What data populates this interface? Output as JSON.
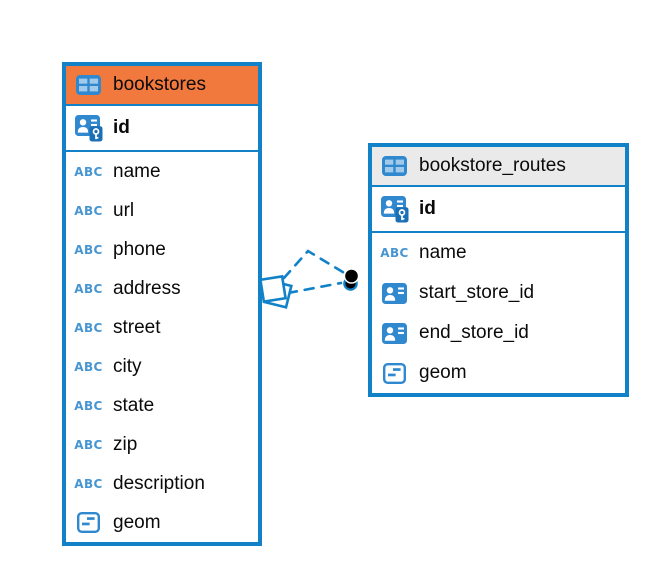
{
  "app": {
    "title": "ER diagram",
    "background": "#ffffff"
  },
  "colors": {
    "table_border": "#1182C8",
    "connector": "#1182C8",
    "header_orange": "#F2793D",
    "header_gray": "#EAEAEA",
    "icon_badge": "#3088CF",
    "icon_text": "#4796D2",
    "key_badge": "#1A6FB5",
    "dot": "#000000",
    "text": "#0A0A0A"
  },
  "icon_labels": {
    "text_icon": "ABC"
  },
  "tables": [
    {
      "name": "bookstores",
      "header_bg": "#F2793D",
      "header_icon": "table-icon",
      "key_columns": [
        {
          "name": "id",
          "icon": "primary-key-icon"
        }
      ],
      "columns": [
        {
          "name": "name",
          "icon": "text-icon"
        },
        {
          "name": "url",
          "icon": "text-icon"
        },
        {
          "name": "phone",
          "icon": "text-icon"
        },
        {
          "name": "address",
          "icon": "text-icon"
        },
        {
          "name": "street",
          "icon": "text-icon"
        },
        {
          "name": "city",
          "icon": "text-icon"
        },
        {
          "name": "state",
          "icon": "text-icon"
        },
        {
          "name": "zip",
          "icon": "text-icon"
        },
        {
          "name": "description",
          "icon": "text-icon"
        },
        {
          "name": "geom",
          "icon": "geometry-icon"
        }
      ]
    },
    {
      "name": "bookstore_routes",
      "header_bg": "#EAEAEA",
      "header_icon": "table-icon",
      "key_columns": [
        {
          "name": "id",
          "icon": "primary-key-icon"
        }
      ],
      "columns": [
        {
          "name": "name",
          "icon": "text-icon"
        },
        {
          "name": "start_store_id",
          "icon": "reference-icon"
        },
        {
          "name": "end_store_id",
          "icon": "reference-icon"
        },
        {
          "name": "geom",
          "icon": "geometry-icon"
        }
      ]
    }
  ],
  "connections": {
    "from_table": "bookstores",
    "to_table": "bookstore_routes",
    "edge_count": 2,
    "line_style": "dashed",
    "source_marker": "double-diamond",
    "target_marker": "filled-dot"
  }
}
